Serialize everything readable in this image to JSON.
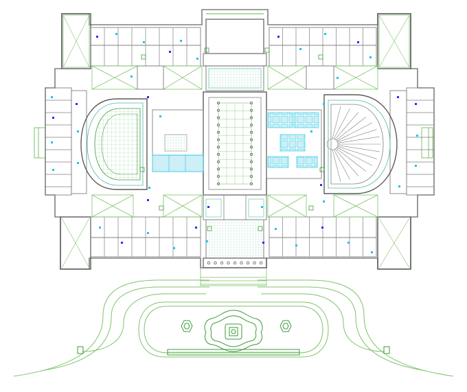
{
  "drawing": {
    "kind": "architectural floor plan",
    "text_labels": [],
    "wing_layout": [
      "west-wing",
      "central-block",
      "east-wing"
    ],
    "features": [
      "semicircular-chamber-west",
      "semicircular-chamber-east",
      "central-colonnaded-hall",
      "north-portico",
      "south-portico",
      "corner-pavilions",
      "forecourt-with-curved-drive",
      "fountain-plaza",
      "hexagonal-planters"
    ]
  },
  "colors": {
    "background": "#ffffff",
    "wall": "#7f7f7f",
    "wall_dark": "#5a5a5a",
    "landscape": "#7cc36a",
    "landscape_dark": "#3e9a3a",
    "fixture_blue": "#2a2aff",
    "fixture_cyan": "#19c7e6",
    "detail_teal": "#4db7a8",
    "glass_tint": "#cdeff5"
  }
}
